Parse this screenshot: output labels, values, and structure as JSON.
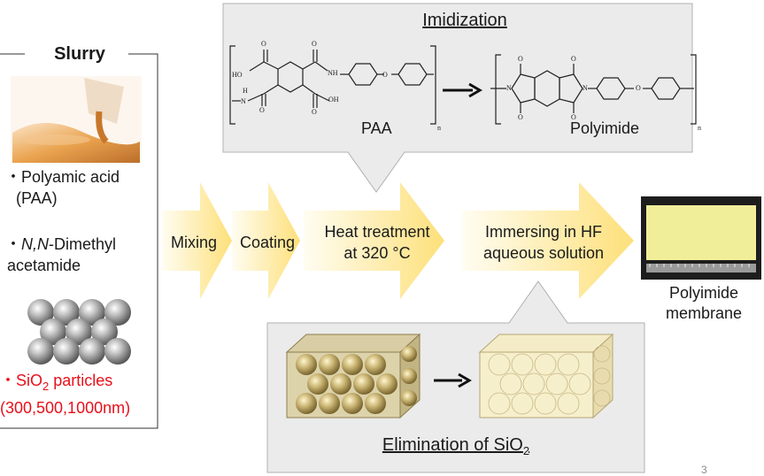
{
  "slurry": {
    "title": "Slurry",
    "items": [
      {
        "line1": "・Polyamic acid",
        "line2": "(PAA)"
      },
      {
        "prefix": "・",
        "italic": "N,N",
        "line1_rest": "-Dimethyl",
        "line2": "acetamide"
      }
    ],
    "sio2": {
      "prefix": "・SiO",
      "sub": "2",
      "suffix": " particles",
      "sizes": "(300,500,1000nm)"
    }
  },
  "steps": [
    {
      "line1": "Mixing"
    },
    {
      "line1": "Coating"
    },
    {
      "line1": "Heat treatment",
      "line2": "at 320 °C"
    },
    {
      "line1": "Immersing in HF",
      "line2": "aqueous solution"
    }
  ],
  "imidization": {
    "title": "Imidization",
    "reactant": "PAA",
    "product": "Polyimide",
    "ho": "HO",
    "oh": "OH",
    "o_atom": "O",
    "n_atom": "N",
    "h_atom": "H",
    "nh": "NH",
    "sub_n": "n"
  },
  "elimination": {
    "title_main": "Elimination of SiO",
    "title_sub": "2"
  },
  "membrane": {
    "line1": "Polyimide",
    "line2": "membrane"
  },
  "page_number": "3",
  "colors": {
    "sio2_red": "#e8101a",
    "arrow_yellow": "#ffe680",
    "box_gray": "#ebebeb"
  }
}
